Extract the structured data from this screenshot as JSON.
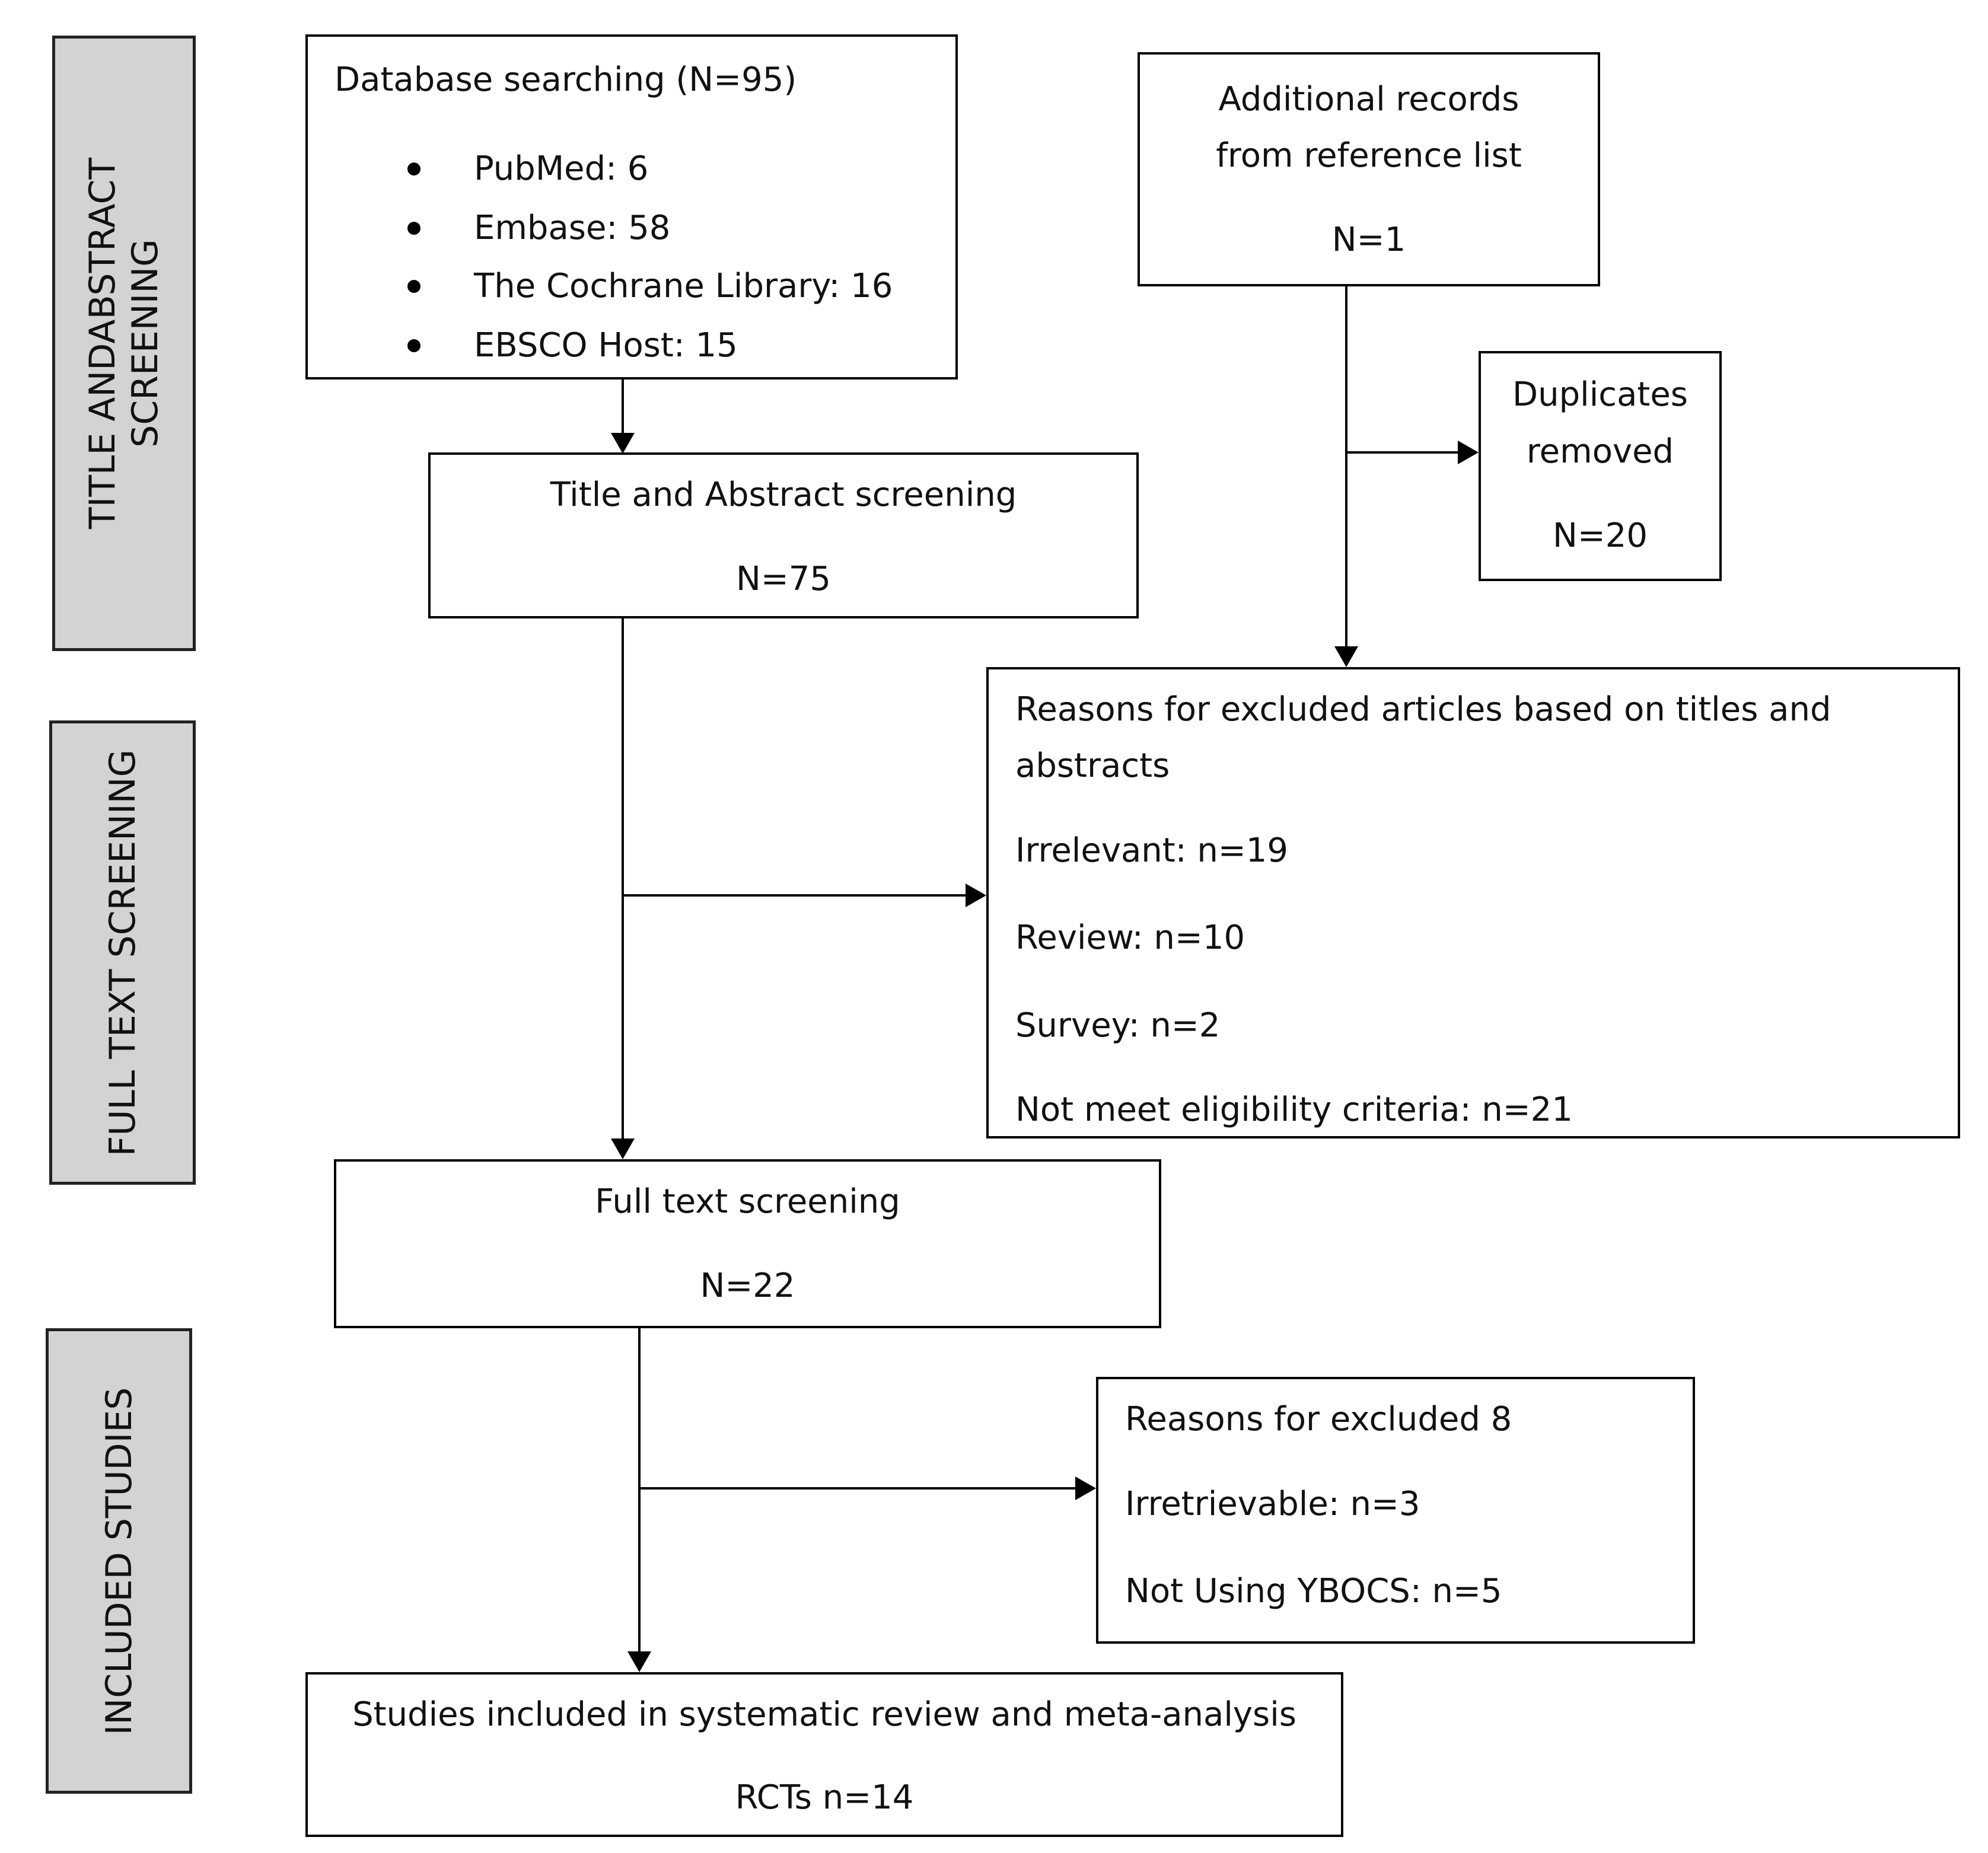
{
  "phases": {
    "title_abstract": "TITLE ANDABSTRACT\nSCREENING",
    "full_text": "FULL TEXT SCREENING",
    "included": "INCLUDED STUDIES"
  },
  "database": {
    "title": "Database searching (N=95)",
    "items": [
      "PubMed: 6",
      "Embase: 58",
      "The Cochrane Library: 16",
      "EBSCO Host: 15"
    ]
  },
  "additional": {
    "line1": "Additional records",
    "line2": "from reference list",
    "count": "N=1"
  },
  "duplicates": {
    "line1": "Duplicates",
    "line2": "removed",
    "count": "N=20"
  },
  "title_abstract_screening": {
    "title": "Title and Abstract screening",
    "count": "N=75"
  },
  "excluded_titles": {
    "line1": "Reasons for excluded articles based on titles and",
    "line2": "abstracts",
    "items": [
      "Irrelevant: n=19",
      "Review: n=10",
      "Survey: n=2",
      "Not meet eligibility criteria: n=21"
    ]
  },
  "full_text_screening": {
    "title": "Full text screening",
    "count": "N=22"
  },
  "excluded_full": {
    "title": "Reasons for excluded 8",
    "items": [
      "Irretrievable: n=3",
      "Not Using YBOCS: n=5"
    ]
  },
  "included": {
    "title": "Studies included in systematic review and meta-analysis",
    "count": "RCTs n=14"
  }
}
